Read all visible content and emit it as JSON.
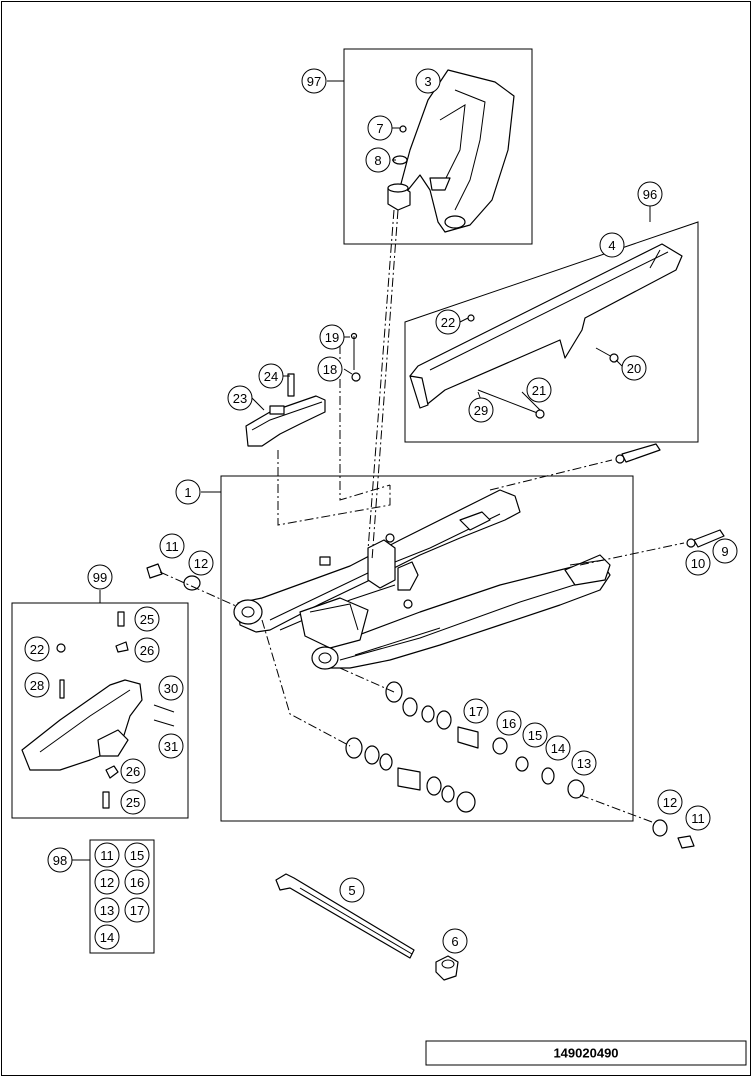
{
  "diagram": {
    "callouts": [
      {
        "id": "c97",
        "label": "97"
      },
      {
        "id": "c3",
        "label": "3"
      },
      {
        "id": "c7",
        "label": "7"
      },
      {
        "id": "c8",
        "label": "8"
      },
      {
        "id": "c96",
        "label": "96"
      },
      {
        "id": "c4",
        "label": "4"
      },
      {
        "id": "c22a",
        "label": "22"
      },
      {
        "id": "c20",
        "label": "20"
      },
      {
        "id": "c21",
        "label": "21"
      },
      {
        "id": "c29",
        "label": "29"
      },
      {
        "id": "c19",
        "label": "19"
      },
      {
        "id": "c18",
        "label": "18"
      },
      {
        "id": "c24",
        "label": "24"
      },
      {
        "id": "c23",
        "label": "23"
      },
      {
        "id": "c1",
        "label": "1"
      },
      {
        "id": "c11a",
        "label": "11"
      },
      {
        "id": "c12a",
        "label": "12"
      },
      {
        "id": "c9",
        "label": "9"
      },
      {
        "id": "c10",
        "label": "10"
      },
      {
        "id": "c99",
        "label": "99"
      },
      {
        "id": "c25a",
        "label": "25"
      },
      {
        "id": "c22b",
        "label": "22"
      },
      {
        "id": "c26a",
        "label": "26"
      },
      {
        "id": "c28",
        "label": "28"
      },
      {
        "id": "c30",
        "label": "30"
      },
      {
        "id": "c31",
        "label": "31"
      },
      {
        "id": "c26b",
        "label": "26"
      },
      {
        "id": "c25b",
        "label": "25"
      },
      {
        "id": "c17",
        "label": "17"
      },
      {
        "id": "c16",
        "label": "16"
      },
      {
        "id": "c15",
        "label": "15"
      },
      {
        "id": "c14",
        "label": "14"
      },
      {
        "id": "c13",
        "label": "13"
      },
      {
        "id": "c12b",
        "label": "12"
      },
      {
        "id": "c11b",
        "label": "11"
      },
      {
        "id": "c98",
        "label": "98"
      },
      {
        "id": "k11",
        "label": "11"
      },
      {
        "id": "k15",
        "label": "15"
      },
      {
        "id": "k12",
        "label": "12"
      },
      {
        "id": "k16",
        "label": "16"
      },
      {
        "id": "k13",
        "label": "13"
      },
      {
        "id": "k17",
        "label": "17"
      },
      {
        "id": "k14",
        "label": "14"
      },
      {
        "id": "c5",
        "label": "5"
      },
      {
        "id": "c6",
        "label": "6"
      }
    ],
    "footer_code": "149020490"
  }
}
